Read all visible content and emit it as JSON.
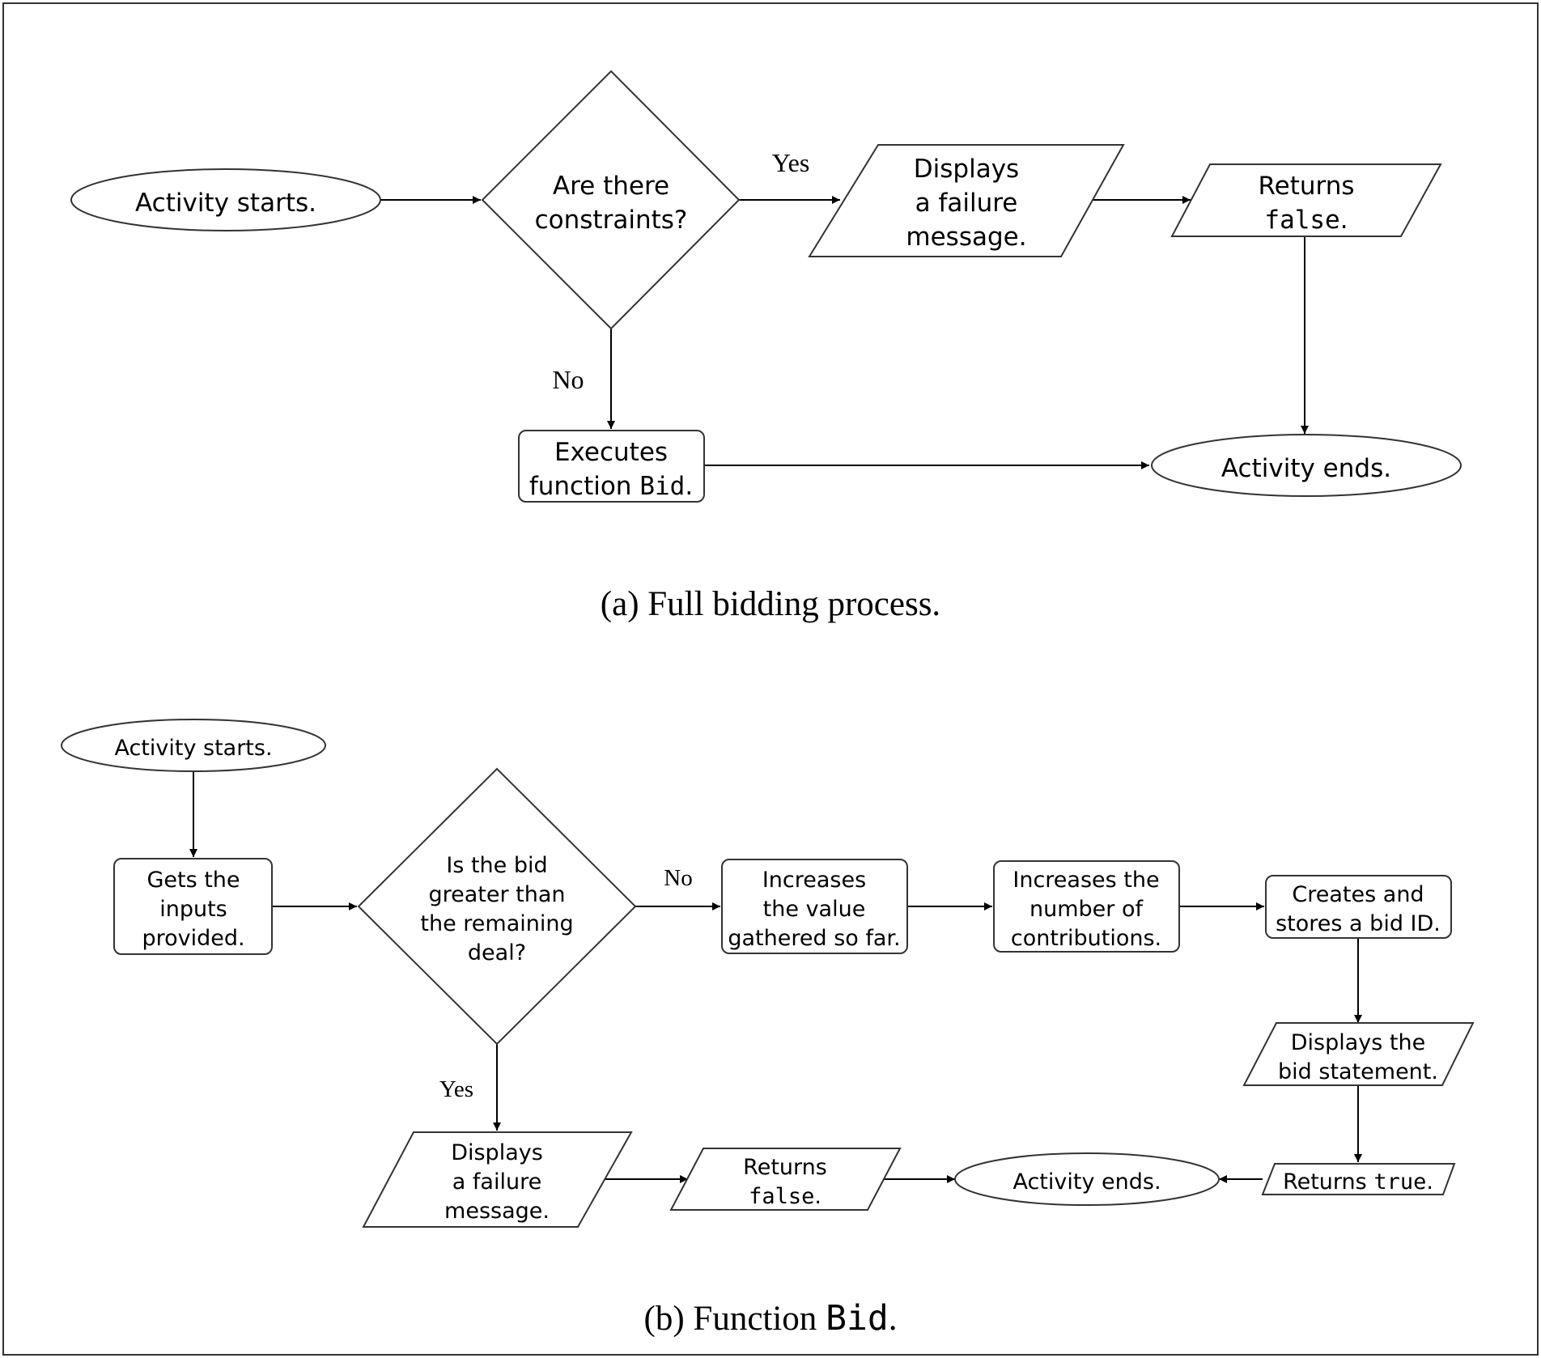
{
  "diagram_a": {
    "caption": {
      "prefix": "(a) Full bidding process.",
      "code": "",
      "suffix": ""
    },
    "nodes": {
      "start": [
        "Activity starts."
      ],
      "decision": [
        "Are there",
        "constraints?"
      ],
      "failure": [
        "Displays",
        "a failure",
        "message."
      ],
      "returns": [
        [
          "Returns"
        ],
        [
          {
            "code": "false"
          },
          "."
        ]
      ],
      "execute": [
        [
          "Executes"
        ],
        [
          "function ",
          {
            "code": "Bid"
          },
          "."
        ]
      ],
      "end": [
        "Activity ends."
      ]
    },
    "edge_labels": {
      "yes": "Yes",
      "no": "No"
    }
  },
  "diagram_b": {
    "caption": {
      "prefix": "(b) Function ",
      "code": "Bid",
      "suffix": "."
    },
    "nodes": {
      "start": [
        "Activity starts."
      ],
      "inputs": [
        "Gets the",
        "inputs",
        "provided."
      ],
      "decision": [
        "Is the bid",
        "greater than",
        "the remaining",
        "deal?"
      ],
      "increase_value": [
        "Increases",
        "the value",
        "gathered so far."
      ],
      "increase_contrib": [
        "Increases the",
        "number of",
        "contributions."
      ],
      "create_id": [
        "Creates and",
        "stores a bid ID."
      ],
      "statement": [
        "Displays the",
        "bid statement."
      ],
      "returns_true": [
        [
          "Returns ",
          {
            "code": "true"
          },
          "."
        ]
      ],
      "end": [
        "Activity ends."
      ],
      "returns_false": [
        [
          "Returns"
        ],
        [
          {
            "code": "false"
          },
          "."
        ]
      ],
      "failure": [
        "Displays",
        "a failure",
        "message."
      ]
    },
    "edge_labels": {
      "yes": "Yes",
      "no": "No"
    }
  }
}
